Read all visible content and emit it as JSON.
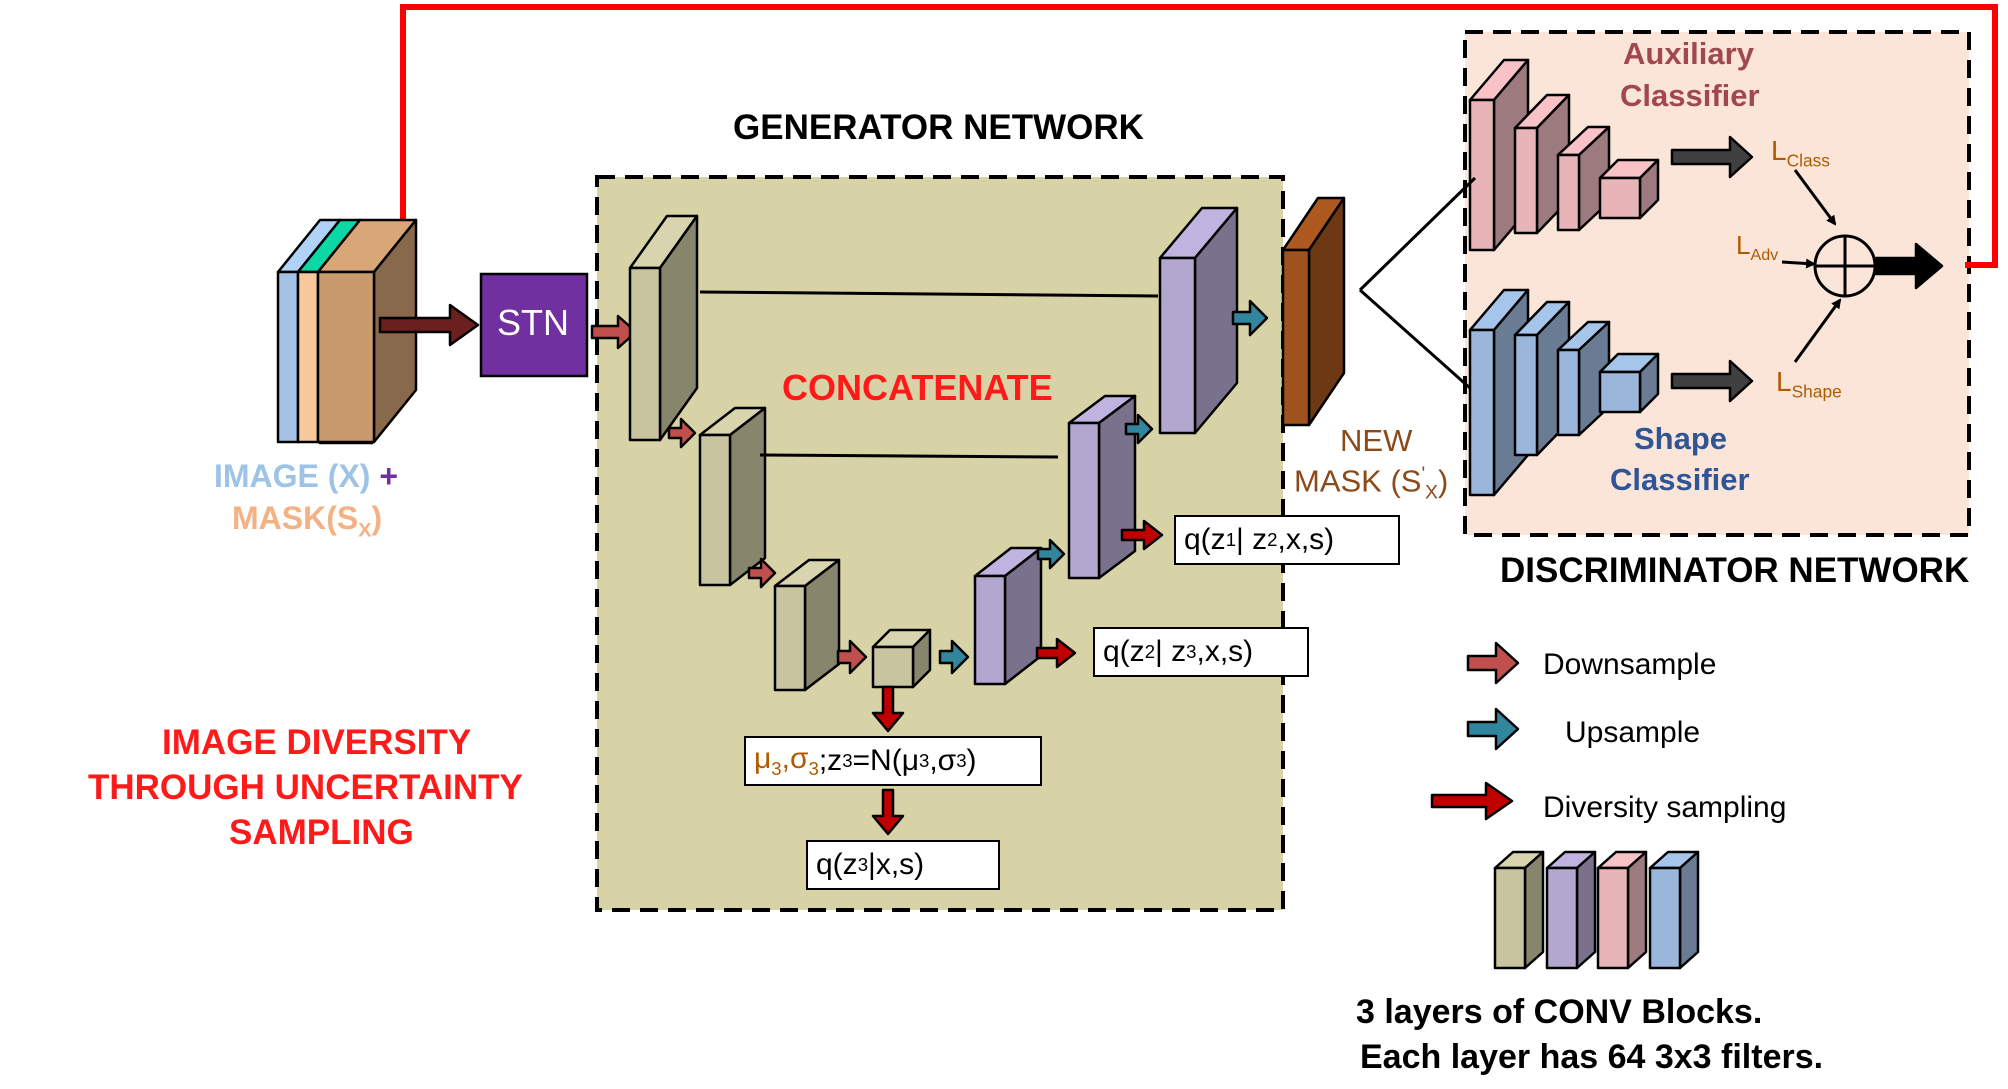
{
  "colors": {
    "encoder": "#c8c4a0",
    "decoder": "#b3a6cf",
    "aux": "#e7b4b8",
    "shape": "#9ab6da",
    "stn": "#7030a0",
    "mask": "#8a4a1a",
    "gen_bg": "#d8d3a6",
    "disc_bg": "#fbe5d8",
    "feedback": "#ff0000",
    "downsample": "#c0504d",
    "upsample": "#31859c",
    "diversity": "#c00000"
  },
  "titles": {
    "generator": "GENERATOR NETWORK",
    "discriminator": "DISCRIMINATOR NETWORK",
    "concatenate": "CONCATENATE",
    "stn": "STN"
  },
  "input": {
    "image": "IMAGE (X)",
    "plus": "+",
    "mask": "MASK(S",
    "mask_sub": "X",
    "mask_close": ")"
  },
  "new_mask": {
    "line1": "NEW",
    "line2": "MASK (S",
    "prime": "'",
    "sub": "X",
    "close": ")"
  },
  "diversity_text": [
    "IMAGE DIVERSITY",
    "THROUGH  UNCERTAINTY",
    "SAMPLING"
  ],
  "formulas": {
    "q1": {
      "a": "q(z",
      "s1": "1",
      "b": "| z",
      "s2": "2",
      "c": ",x,s)"
    },
    "q2": {
      "a": "q(z",
      "s1": "2",
      "b": "| z",
      "s2": "3",
      "c": ",x,s)"
    },
    "q3": {
      "a": "q(z",
      "s1": "3",
      "b": "|x,s)"
    },
    "mu": {
      "a": "μ",
      "s1": "3",
      "b": ",σ",
      "s2": "3",
      "c": " ;z",
      "s3": "3",
      "d": "=N(μ",
      "s4": "3",
      "e": ",σ",
      "s5": "3",
      "f": ")"
    }
  },
  "aux_classifier": [
    "Auxiliary",
    "Classifier"
  ],
  "shape_classifier": [
    "Shape",
    "Classifier"
  ],
  "losses": {
    "class": {
      "main": "L",
      "sub": "Class"
    },
    "adv": {
      "main": "L",
      "sub": "Adv"
    },
    "shape": {
      "main": "L",
      "sub": "Shape"
    }
  },
  "legend": {
    "downsample": "Downsample",
    "upsample": "Upsample",
    "diversity": "Diversity sampling"
  },
  "conv_caption": [
    "3 layers of CONV Blocks.",
    "Each layer has 64  3x3 filters."
  ]
}
